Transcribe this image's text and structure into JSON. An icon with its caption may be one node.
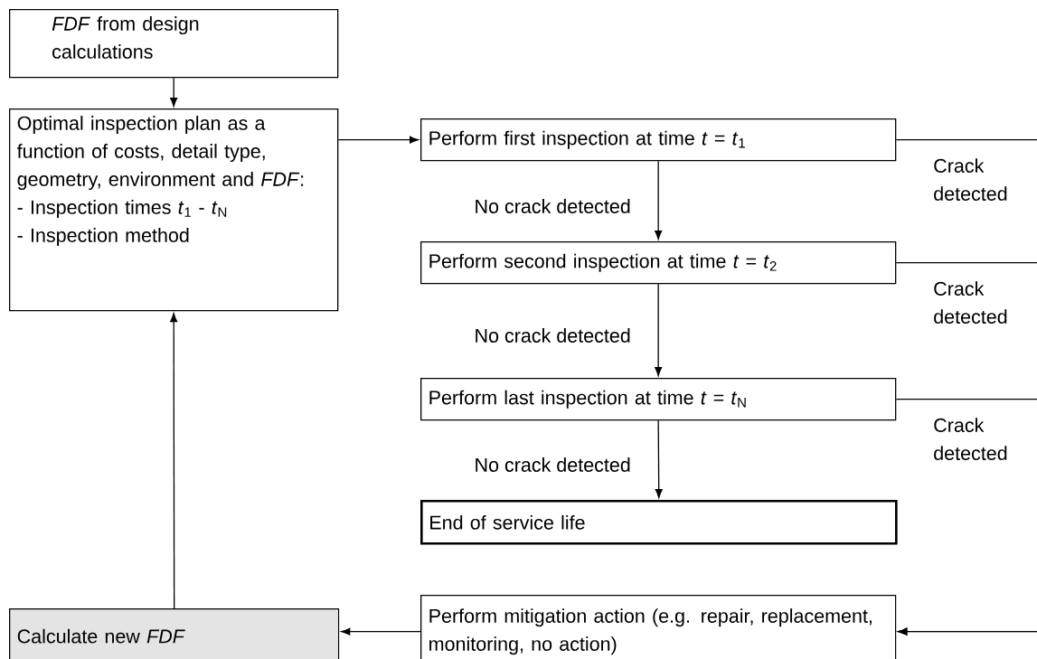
{
  "diagram": {
    "nodes": [
      {
        "text": [
          "*FDF* from design calculations"
        ]
      },
      {
        "text": [
          "Optimal inspection plan as a function of costs, detail type, geometry, environment and *FDF*:",
          "- Inspection times *t*$_{1}$ - *t*$_{N}$",
          "- Inspection method"
        ]
      },
      {
        "text": [
          "Perform first inspection at time *t* = *t*$_{1}$"
        ]
      },
      {
        "text": [
          "Perform second inspection at time *t* = *t*$_{2}$"
        ]
      },
      {
        "text": [
          "Perform last inspection at time *t* = *t*$_{N}$"
        ]
      },
      {
        "text": [
          "End of service life"
        ]
      },
      {
        "text": [
          "Perform mitigation action (e.g. repair, replacement, monitoring, no action)"
        ]
      },
      {
        "text": [
          "Calculate new *FDF*"
        ]
      }
    ],
    "edges": [
      {
        "from": 0,
        "to": 1,
        "arrow": "to"
      },
      {
        "from": 1,
        "to": 2,
        "arrow": "to"
      },
      {
        "from": 2,
        "to": 3,
        "arrow": "to",
        "label": "No crack detected"
      },
      {
        "from": 3,
        "to": 4,
        "arrow": "to",
        "label": "No crack detected"
      },
      {
        "from": 4,
        "to": 5,
        "arrow": "to",
        "label": "No crack detected"
      },
      {
        "from": 2,
        "to": 6,
        "arrow": "to",
        "label": "Crack detected"
      },
      {
        "from": 3,
        "to": 6,
        "arrow": "to",
        "label": "Crack detected"
      },
      {
        "from": 4,
        "to": 6,
        "arrow": "to",
        "label": "Crack detected"
      },
      {
        "from": 6,
        "to": 7,
        "arrow": "to"
      },
      {
        "from": 7,
        "to": 1,
        "arrow": "to"
      }
    ]
  }
}
